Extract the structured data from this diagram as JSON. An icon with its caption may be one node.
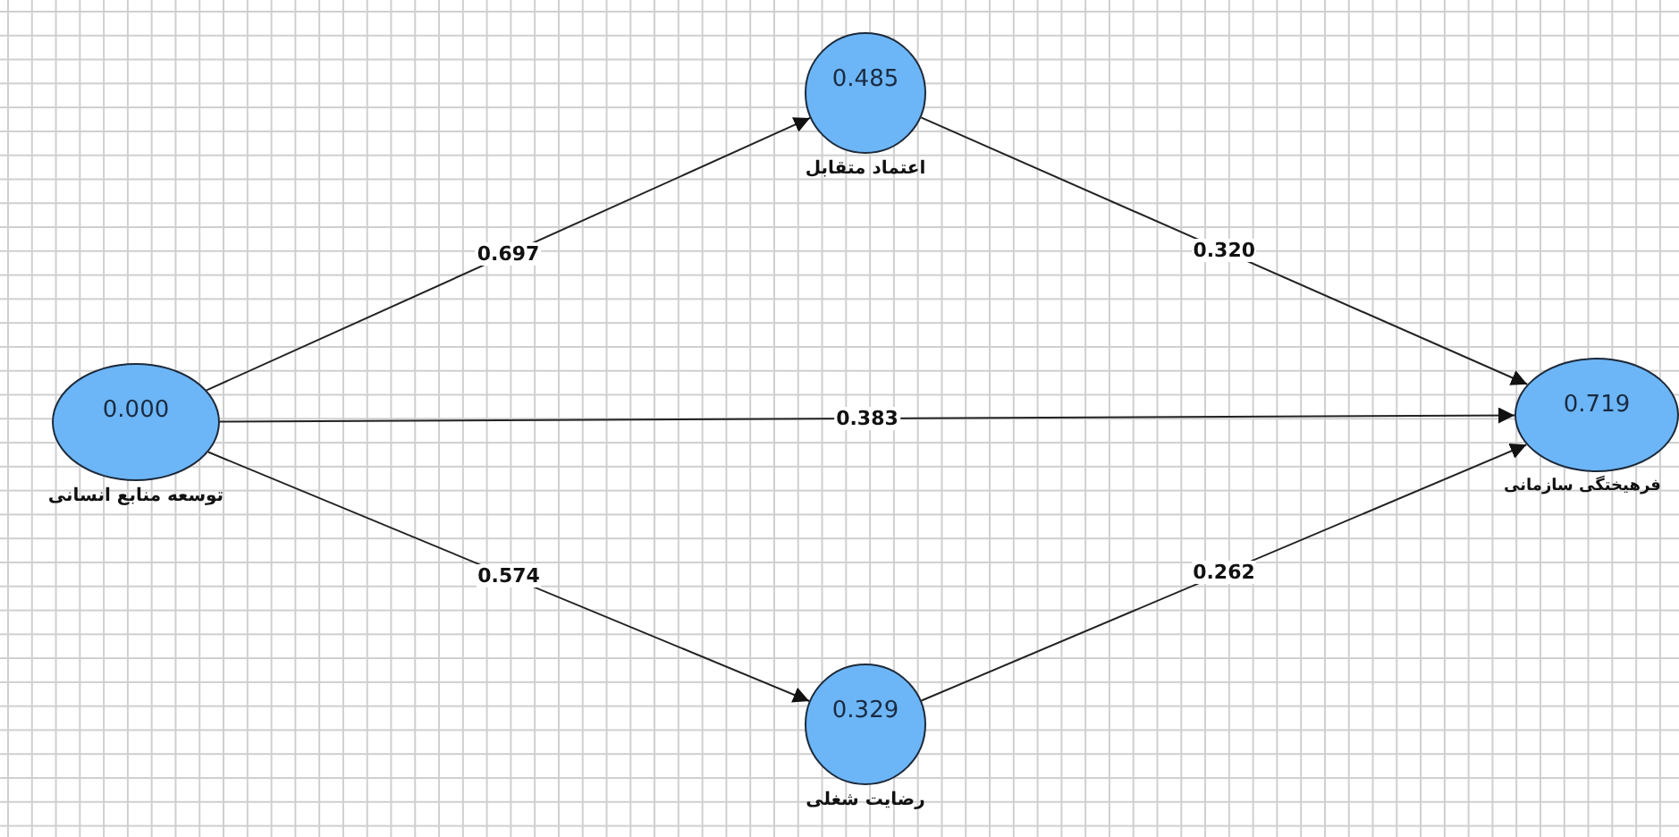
{
  "diagram": {
    "nodes": [
      {
        "text": [
          "0.000"
        ],
        "beside": [
          "توسعه منابع انسانی"
        ]
      },
      {
        "text": [
          "0.485"
        ],
        "beside": [
          "اعتماد متقابل"
        ]
      },
      {
        "text": [
          "0.329"
        ],
        "beside": [
          "رضایت شغلی"
        ]
      },
      {
        "text": [
          "0.719"
        ],
        "beside": [
          "فرهیختگی سازمانی"
        ]
      }
    ],
    "edges": [
      {
        "from": 0,
        "to": 1,
        "arrow": "to",
        "label": "0.697"
      },
      {
        "from": 1,
        "to": 3,
        "arrow": "to",
        "label": "0.320"
      },
      {
        "from": 0,
        "to": 3,
        "arrow": "to",
        "label": "0.383"
      },
      {
        "from": 0,
        "to": 2,
        "arrow": "to",
        "label": "0.574"
      },
      {
        "from": 2,
        "to": 3,
        "arrow": "to",
        "label": "0.262"
      }
    ]
  }
}
